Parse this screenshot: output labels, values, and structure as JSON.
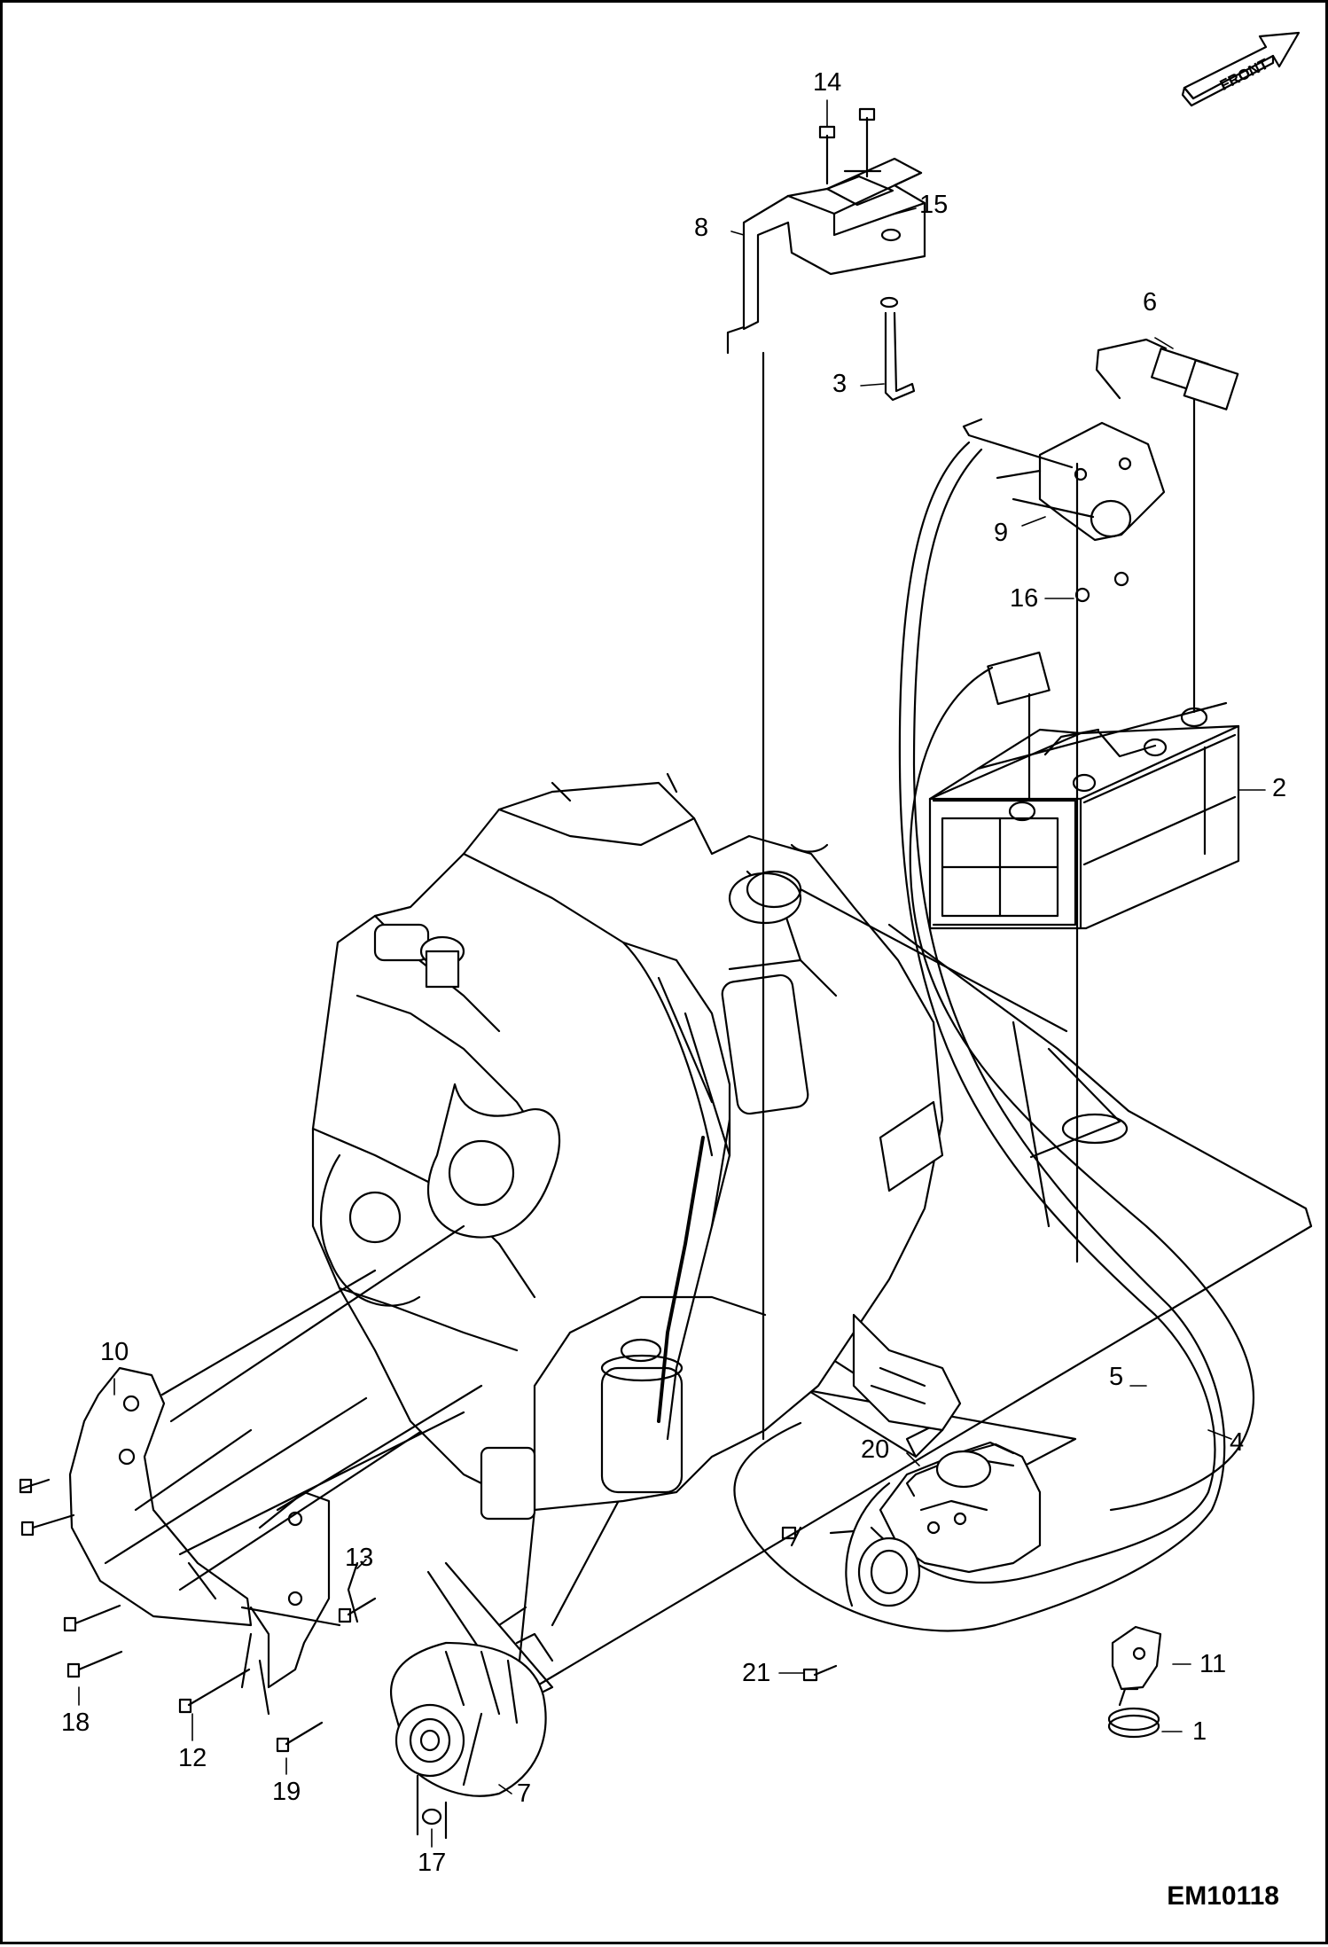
{
  "diagram": {
    "drawing_code": "EM10118",
    "orientation_label": "FRONT",
    "callouts": [
      {
        "id": "c14",
        "label": "14"
      },
      {
        "id": "c15",
        "label": "15"
      },
      {
        "id": "c8",
        "label": "8"
      },
      {
        "id": "c6",
        "label": "6"
      },
      {
        "id": "c3",
        "label": "3"
      },
      {
        "id": "c9",
        "label": "9"
      },
      {
        "id": "c16",
        "label": "16"
      },
      {
        "id": "c2",
        "label": "2"
      },
      {
        "id": "c10",
        "label": "10"
      },
      {
        "id": "c5",
        "label": "5"
      },
      {
        "id": "c4",
        "label": "4"
      },
      {
        "id": "c20",
        "label": "20"
      },
      {
        "id": "c13",
        "label": "13"
      },
      {
        "id": "c11",
        "label": "11"
      },
      {
        "id": "c21",
        "label": "21"
      },
      {
        "id": "c1",
        "label": "1"
      },
      {
        "id": "c18",
        "label": "18"
      },
      {
        "id": "c12",
        "label": "12"
      },
      {
        "id": "c19",
        "label": "19"
      },
      {
        "id": "c7",
        "label": "7"
      },
      {
        "id": "c17",
        "label": "17"
      }
    ]
  }
}
